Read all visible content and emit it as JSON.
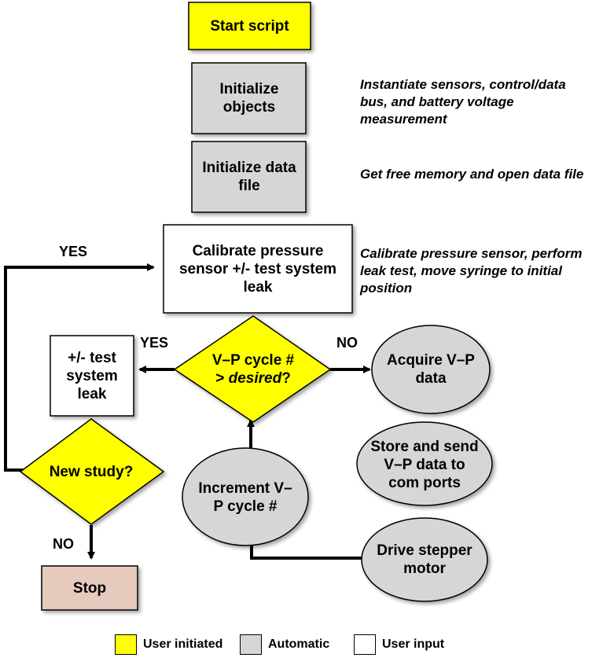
{
  "nodes": {
    "start": "Start script",
    "init_objects": "Initialize objects",
    "init_file": "Initialize data file",
    "calibrate": "Calibrate pressure sensor +/- test system leak",
    "decision_pre": "V–P cycle #",
    "decision_gt": ">",
    "decision_desired": "desired",
    "decision_q": "?",
    "leak_test": "+/- test system leak",
    "new_study": "New study?",
    "stop": "Stop",
    "acquire": "Acquire V–P data",
    "store": "Store and send V–P data to com ports",
    "increment": "Increment V–P cycle #",
    "drive": "Drive stepper motor"
  },
  "notes": {
    "init_objects": "Instantiate sensors, control/data bus, and battery voltage measurement",
    "init_file": "Get free memory and open data file",
    "calibrate": "Calibrate pressure sensor, perform leak test, move syringe to initial position"
  },
  "edge_labels": {
    "yes_loop": "YES",
    "yes_left": "YES",
    "no_right": "NO",
    "no_down": "NO"
  },
  "legend": [
    {
      "label": "User initiated",
      "color": "#ffff00"
    },
    {
      "label": "Automatic",
      "color": "#d6d6d6"
    },
    {
      "label": "User input",
      "color": "#ffffff"
    }
  ],
  "colors": {
    "user_initiated": "#ffff00",
    "automatic": "#d6d6d6",
    "user_input": "#ffffff",
    "stop": "#e6cabd"
  }
}
